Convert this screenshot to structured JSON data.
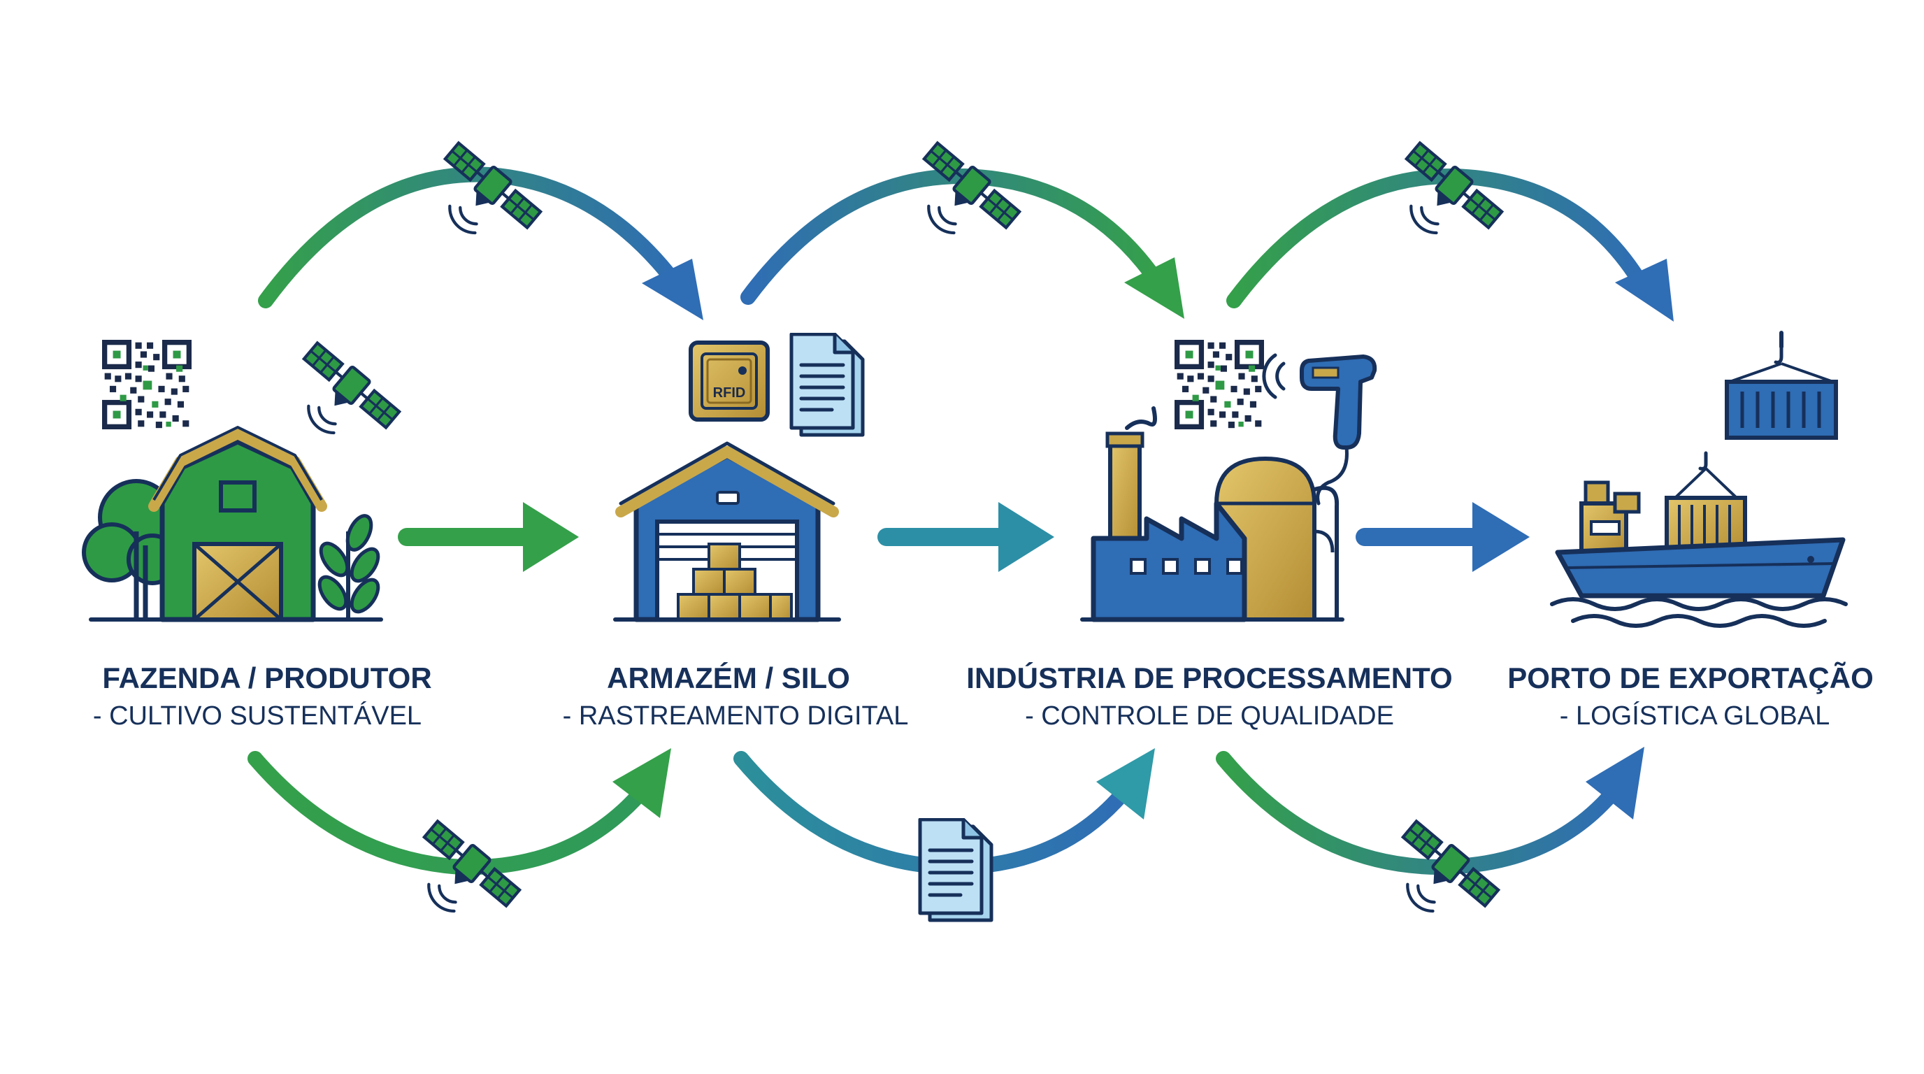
{
  "stages": [
    {
      "title": "FAZENDA / PRODUTOR",
      "subtitle": "- CULTIVO SUSTENTÁVEL"
    },
    {
      "title": "ARMAZÉM / SILO",
      "subtitle": "- RASTREAMENTO DIGITAL"
    },
    {
      "title": "INDÚSTRIA DE PROCESSAMENTO",
      "subtitle": "- CONTROLE DE QUALIDADE"
    },
    {
      "title": "PORTO DE EXPORTAÇÃO",
      "subtitle": "- LOGÍSTICA GLOBAL"
    }
  ],
  "badges": {
    "rfid": "RFID"
  },
  "colors": {
    "green": "#2e9a45",
    "blue": "#2f6db5",
    "teal": "#2c8fa0",
    "navy": "#16305a",
    "gold": "#c9a84a",
    "light_blue": "#9fd0ee"
  },
  "icons": [
    "satellite-icon",
    "qr-code-icon",
    "rfid-tag-icon",
    "document-icon",
    "barcode-scanner-icon",
    "container-icon",
    "barn-icon",
    "warehouse-icon",
    "factory-icon",
    "cargo-ship-icon"
  ]
}
